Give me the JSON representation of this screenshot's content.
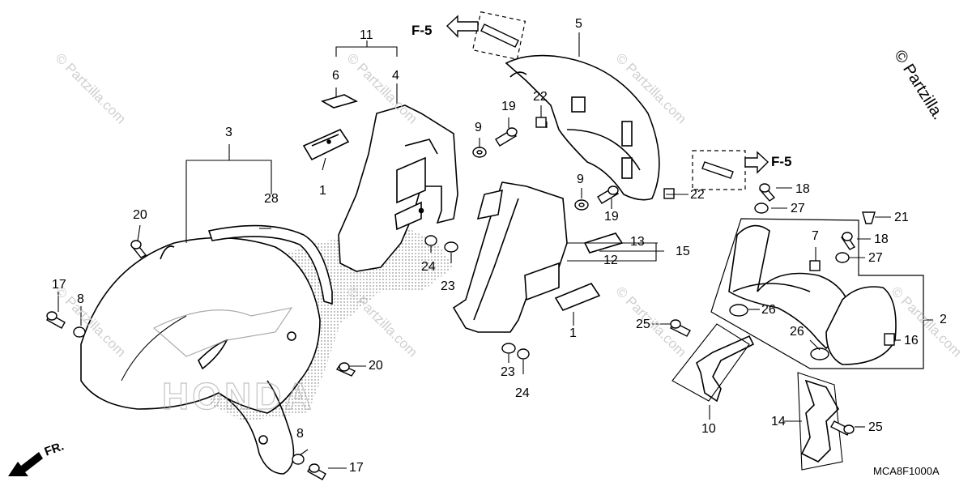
{
  "watermark": "© Partzilla.com",
  "corner_watermark": "© Partzilla.",
  "diagram_code": "MCA8F1000A",
  "direction_label": "FR.",
  "refs": {
    "f5_top": "F-5",
    "f5_right": "F-5"
  },
  "callouts": {
    "c1a": "1",
    "c1b": "1",
    "c2": "2",
    "c3": "3",
    "c4": "4",
    "c5": "5",
    "c6": "6",
    "c7": "7",
    "c8a": "8",
    "c8b": "8",
    "c9a": "9",
    "c9b": "9",
    "c10": "10",
    "c11": "11",
    "c12": "12",
    "c13": "13",
    "c14": "14",
    "c15": "15",
    "c16": "16",
    "c17a": "17",
    "c17b": "17",
    "c18a": "18",
    "c18b": "18",
    "c19a": "19",
    "c19b": "19",
    "c20a": "20",
    "c20b": "20",
    "c21": "21",
    "c22a": "22",
    "c22b": "22",
    "c23a": "23",
    "c23b": "23",
    "c24a": "24",
    "c24b": "24",
    "c25a": "25",
    "c25b": "25",
    "c26a": "26",
    "c26b": "26",
    "c27a": "27",
    "c27b": "27",
    "c28": "28"
  }
}
